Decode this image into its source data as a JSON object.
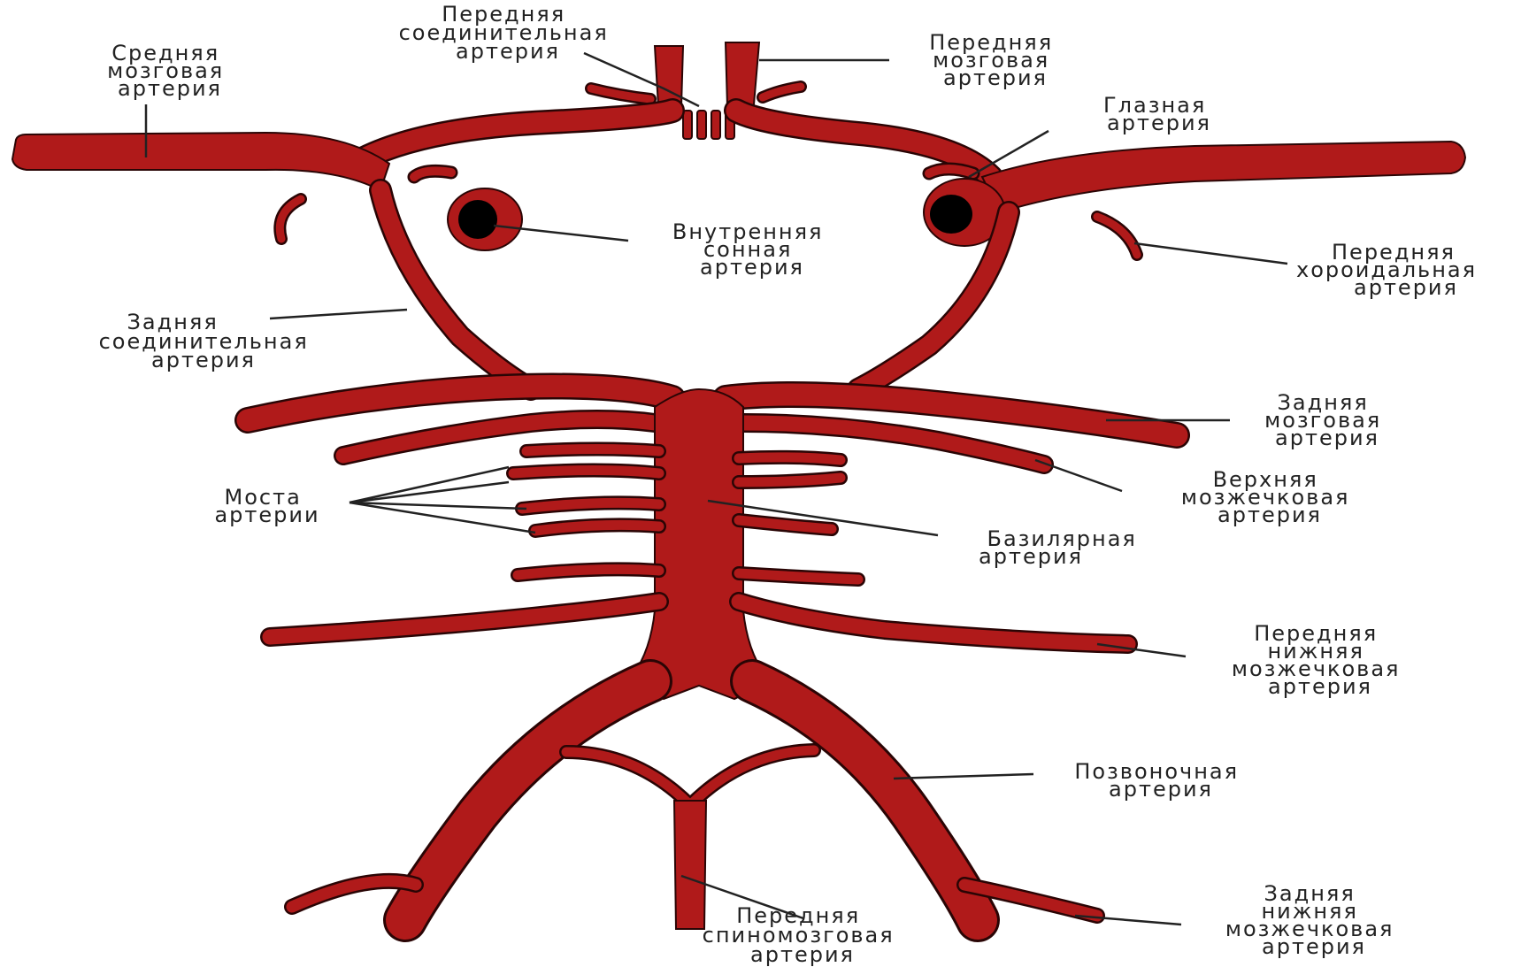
{
  "colors": {
    "artery": "#b01a1a",
    "outline": "#2a0505",
    "label": "#222222",
    "background": "#ffffff"
  },
  "labels": {
    "anterior_communicating": [
      "Передняя",
      "соединительная",
      "артерия"
    ],
    "anterior_cerebral": [
      "Передняя",
      "мозговая",
      "артерия"
    ],
    "middle_cerebral": [
      "Средняя",
      "мозговая",
      "артерия"
    ],
    "ophthalmic": [
      "Глазная",
      "артерия"
    ],
    "internal_carotid": [
      "Внутренняя",
      "сонная",
      "артерия"
    ],
    "anterior_choroidal": [
      "Передняя",
      "хороидальная",
      "артерия"
    ],
    "posterior_communicating": [
      "Задняя",
      "соединительная",
      "артерия"
    ],
    "posterior_cerebral": [
      "Задняя",
      "мозговая",
      "артерия"
    ],
    "superior_cerebellar": [
      "Верхняя",
      "мозжечковая",
      "артерия"
    ],
    "pontine": [
      "Моста",
      "артерии"
    ],
    "basilar": [
      "Базилярная",
      "артерия"
    ],
    "anterior_inferior_cerebellar": [
      "Передняя",
      "нижняя",
      "мозжечковая",
      "артерия"
    ],
    "vertebral": [
      "Позвоночная",
      "артерия"
    ],
    "anterior_spinal": [
      "Передняя",
      "спиномозговая",
      "артерия"
    ],
    "posterior_inferior_cerebellar": [
      "Задняя",
      "нижняя",
      "мозжечковая",
      "артерия"
    ]
  }
}
